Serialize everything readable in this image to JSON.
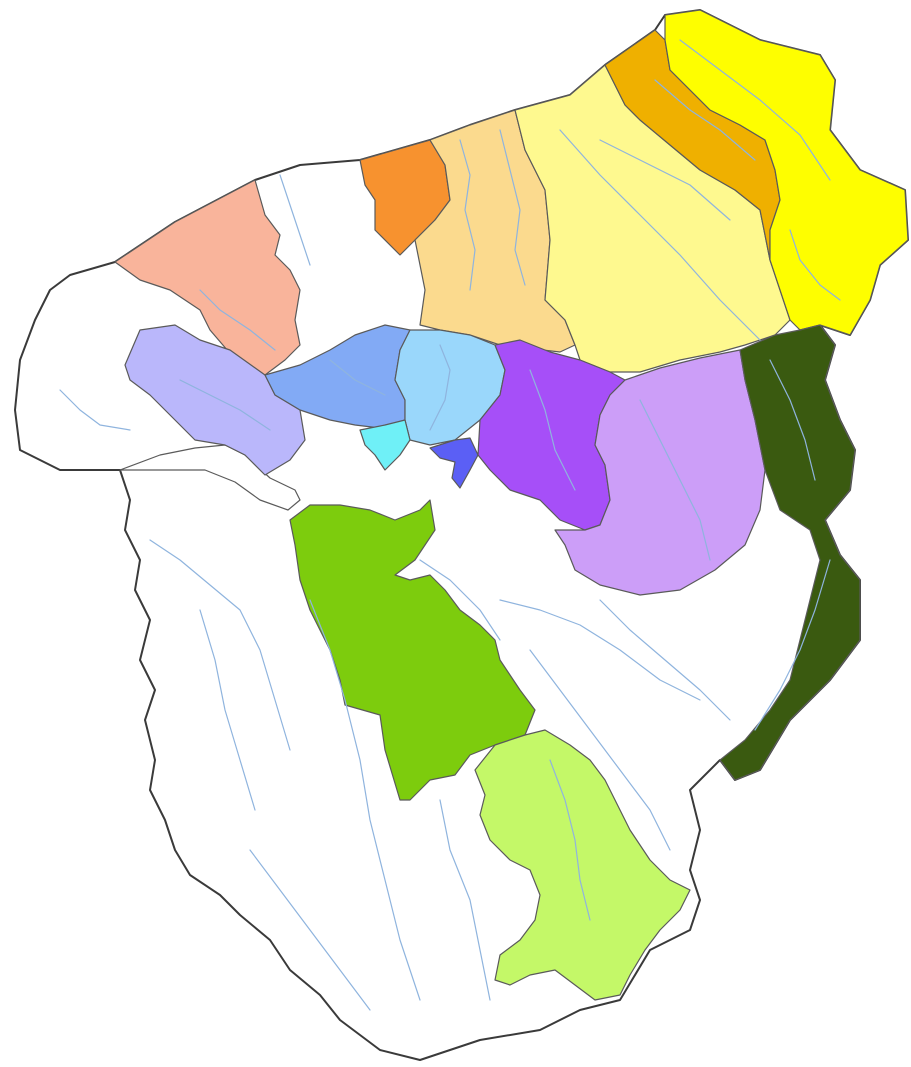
{
  "map": {
    "zones": [
      {
        "id": "zone-pink",
        "color": "#f9b49b"
      },
      {
        "id": "zone-orange",
        "color": "#f7922f"
      },
      {
        "id": "zone-tan",
        "color": "#fbda8e"
      },
      {
        "id": "zone-light-yellow",
        "color": "#fef98f"
      },
      {
        "id": "zone-amber",
        "color": "#efb000"
      },
      {
        "id": "zone-yellow",
        "color": "#fefe00"
      },
      {
        "id": "zone-lavender",
        "color": "#bab7fb"
      },
      {
        "id": "zone-blue",
        "color": "#82aaf5"
      },
      {
        "id": "zone-light-blue",
        "color": "#9ad7fb"
      },
      {
        "id": "zone-cyan",
        "color": "#6ff0f7"
      },
      {
        "id": "zone-royal-blue",
        "color": "#5b5ff5"
      },
      {
        "id": "zone-violet",
        "color": "#a64ff8"
      },
      {
        "id": "zone-light-violet",
        "color": "#cc9ef8"
      },
      {
        "id": "zone-dark-green",
        "color": "#3a5a10"
      },
      {
        "id": "zone-green",
        "color": "#7dcc0d"
      },
      {
        "id": "zone-light-green",
        "color": "#c4f868"
      }
    ],
    "outline_color": "#3a3a3a",
    "river_color": "#8fb4de"
  }
}
